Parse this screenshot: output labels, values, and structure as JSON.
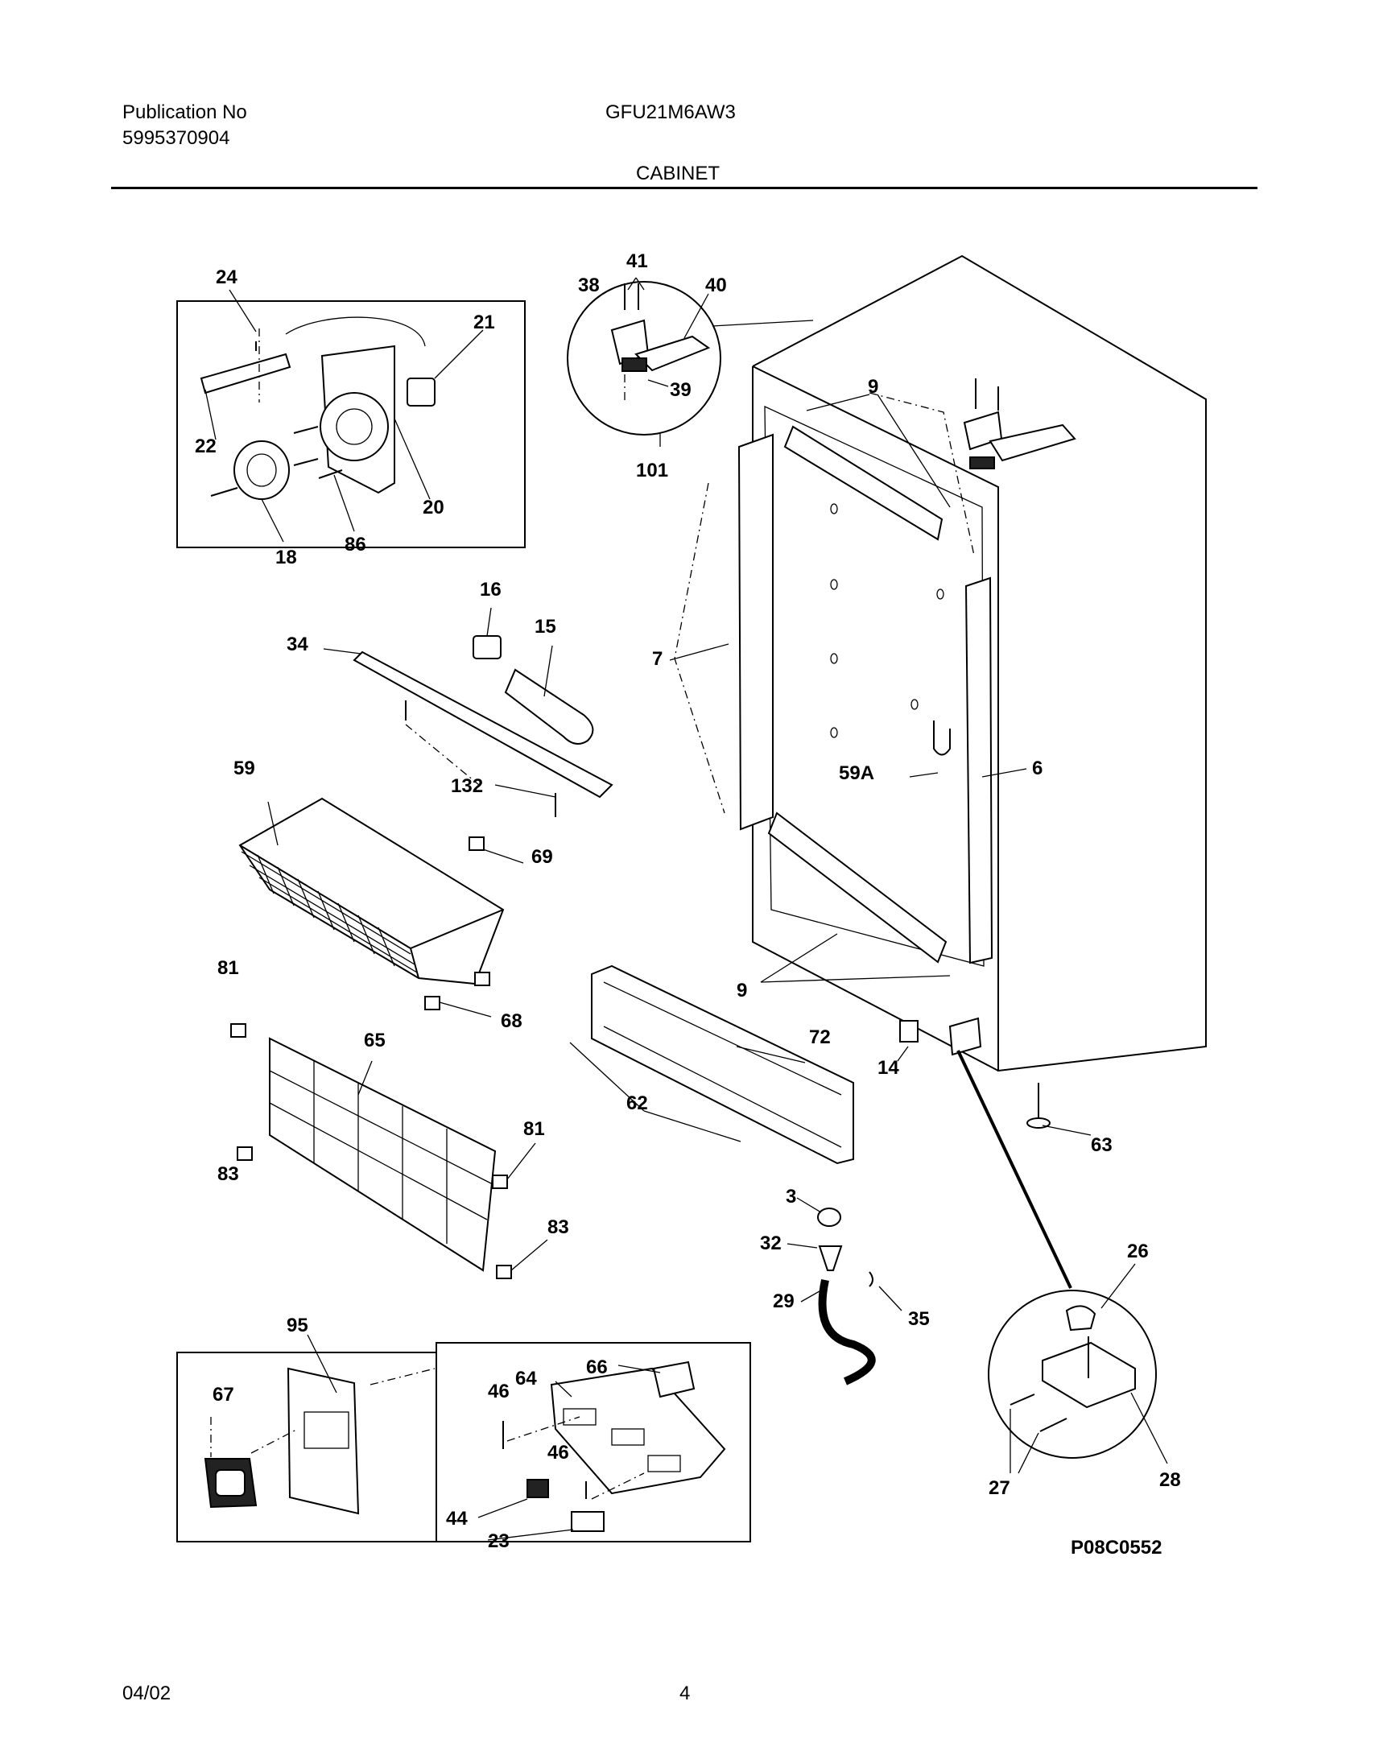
{
  "header": {
    "publication_label": "Publication No",
    "publication_number": "5995370904",
    "model": "GFU21M6AW3",
    "section": "CABINET"
  },
  "diagram": {
    "drawing_code": "P08C0552",
    "callouts": {
      "c24": "24",
      "c21": "21",
      "c22": "22",
      "c20": "20",
      "c18": "18",
      "c86": "86",
      "c41": "41",
      "c38": "38",
      "c40": "40",
      "c39": "39",
      "c101": "101",
      "c9a": "9",
      "c7": "7",
      "c6": "6",
      "c59A": "59A",
      "c9b": "9",
      "c16": "16",
      "c15": "15",
      "c34": "34",
      "c132": "132",
      "c59": "59",
      "c69": "69",
      "c81a": "81",
      "c68": "68",
      "c65": "65",
      "c83a": "83",
      "c81b": "81",
      "c83b": "83",
      "c72": "72",
      "c62": "62",
      "c14": "14",
      "c63": "63",
      "c3": "3",
      "c32": "32",
      "c29": "29",
      "c35": "35",
      "c26": "26",
      "c27": "27",
      "c28": "28",
      "c95": "95",
      "c67": "67",
      "c46a": "46",
      "c64": "64",
      "c66": "66",
      "c46b": "46",
      "c44": "44",
      "c23": "23"
    }
  },
  "footer": {
    "date": "04/02",
    "page": "4"
  }
}
